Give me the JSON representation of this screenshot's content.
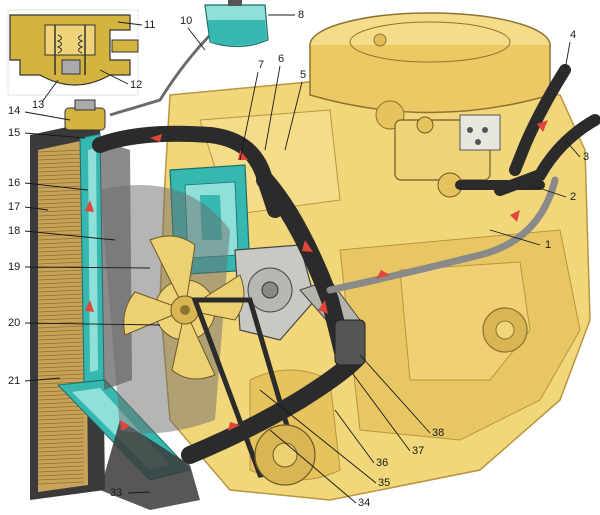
{
  "colors": {
    "engine": "#f2d67a",
    "engine_shadow": "#d9b553",
    "coolant": "#36b7b0",
    "coolant_light": "#8fe0d8",
    "hose": "#2b2b2b",
    "flow_arrow": "#e0463a",
    "radiator_frame": "#3a3a3a",
    "radiator_core": "#c8a35a",
    "cap_body": "#d4b441"
  },
  "labels": [
    {
      "id": "1",
      "text": "1"
    },
    {
      "id": "2",
      "text": "2"
    },
    {
      "id": "3",
      "text": "3"
    },
    {
      "id": "4",
      "text": "4"
    },
    {
      "id": "5",
      "text": "5"
    },
    {
      "id": "6",
      "text": "6"
    },
    {
      "id": "7",
      "text": "7"
    },
    {
      "id": "8",
      "text": "8"
    },
    {
      "id": "10",
      "text": "10"
    },
    {
      "id": "11",
      "text": "11"
    },
    {
      "id": "12",
      "text": "12"
    },
    {
      "id": "13",
      "text": "13"
    },
    {
      "id": "14",
      "text": "14"
    },
    {
      "id": "15",
      "text": "15"
    },
    {
      "id": "16",
      "text": "16"
    },
    {
      "id": "17",
      "text": "17"
    },
    {
      "id": "18",
      "text": "18"
    },
    {
      "id": "19",
      "text": "19"
    },
    {
      "id": "20",
      "text": "20"
    },
    {
      "id": "21",
      "text": "21"
    },
    {
      "id": "33",
      "text": "33"
    },
    {
      "id": "34",
      "text": "34"
    },
    {
      "id": "35",
      "text": "35"
    },
    {
      "id": "36",
      "text": "36"
    },
    {
      "id": "37",
      "text": "37"
    },
    {
      "id": "38",
      "text": "38"
    }
  ]
}
